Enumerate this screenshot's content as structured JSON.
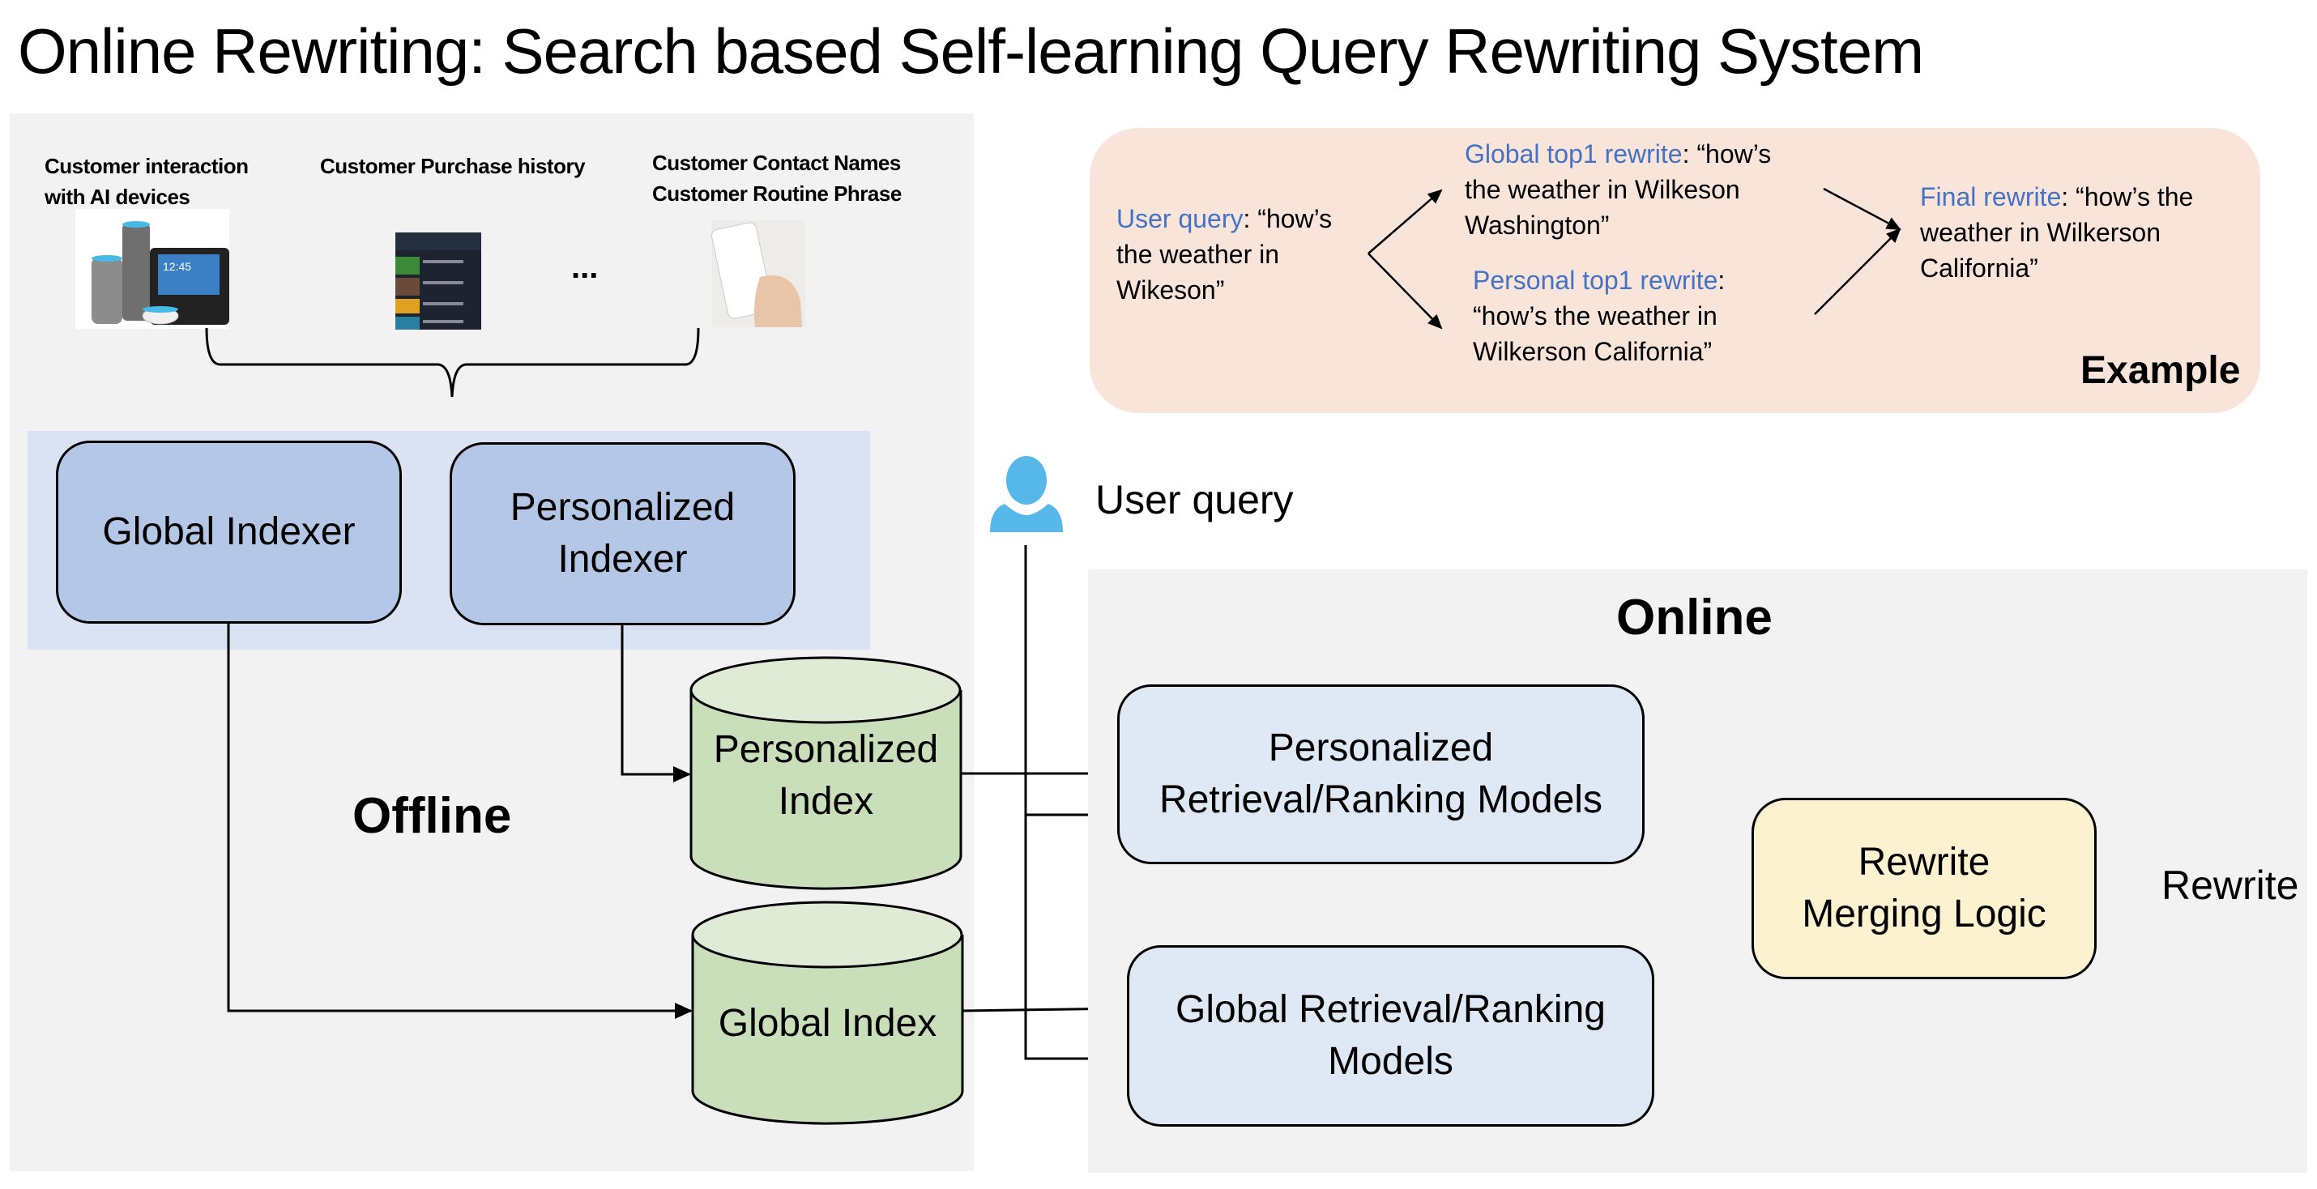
{
  "title": "Online Rewriting: Search based Self-learning Query Rewriting System",
  "data_sources": [
    {
      "label_line1": "Customer interaction",
      "label_line2": "with AI devices",
      "icon": "smart-speaker-devices-image"
    },
    {
      "label_line1": "Customer Purchase history",
      "label_line2": "",
      "icon": "purchase-history-app-image"
    },
    {
      "label_line1": "Customer Contact Names",
      "label_line2": "Customer Routine Phrase",
      "icon": "phone-contacts-image"
    }
  ],
  "ellipsis": "...",
  "offline": {
    "label": "Offline",
    "global_indexer": "Global Indexer",
    "personalized_indexer_line1": "Personalized",
    "personalized_indexer_line2": "Indexer",
    "personalized_index_line1": "Personalized",
    "personalized_index_line2": "Index",
    "global_index": "Global Index"
  },
  "user_query_label": "User query",
  "online": {
    "label": "Online",
    "personalized_models_line1": "Personalized",
    "personalized_models_line2": "Retrieval/Ranking Models",
    "global_models_line1": "Global Retrieval/Ranking",
    "global_models_line2": "Models",
    "merge_line1": "Rewrite",
    "merge_line2": "Merging Logic",
    "output_label": "Rewrite"
  },
  "example": {
    "label": "Example",
    "user_query": {
      "key": "User query",
      "sep": ": ",
      "line1": "“how’s",
      "line2": "the weather in",
      "line3": "Wikeson”"
    },
    "global_top1": {
      "key": "Global top1 rewrite",
      "sep": ": ",
      "line1": "“how’s",
      "line2": "the weather in Wilkeson",
      "line3": "Washington”"
    },
    "personal_top1": {
      "key": "Personal top1 rewrite",
      "sep": ":",
      "line2": "“how’s the weather in",
      "line3": "Wilkerson California”"
    },
    "final": {
      "key": "Final rewrite",
      "sep": ": ",
      "line1": "“how’s the",
      "line2": "weather in Wilkerson",
      "line3": "California”"
    }
  },
  "colors": {
    "accent_blue": "#4472c4",
    "user_icon": "#56b8e8",
    "indexer_fill": "#b4c7e7",
    "indexer_band": "#dae3f3",
    "index_fill": "#c9dfb9",
    "model_fill": "#dee9f5",
    "merge_fill": "#fdf2d0",
    "example_fill": "#f8e4d8",
    "panel_fill": "#f2f2f2"
  }
}
